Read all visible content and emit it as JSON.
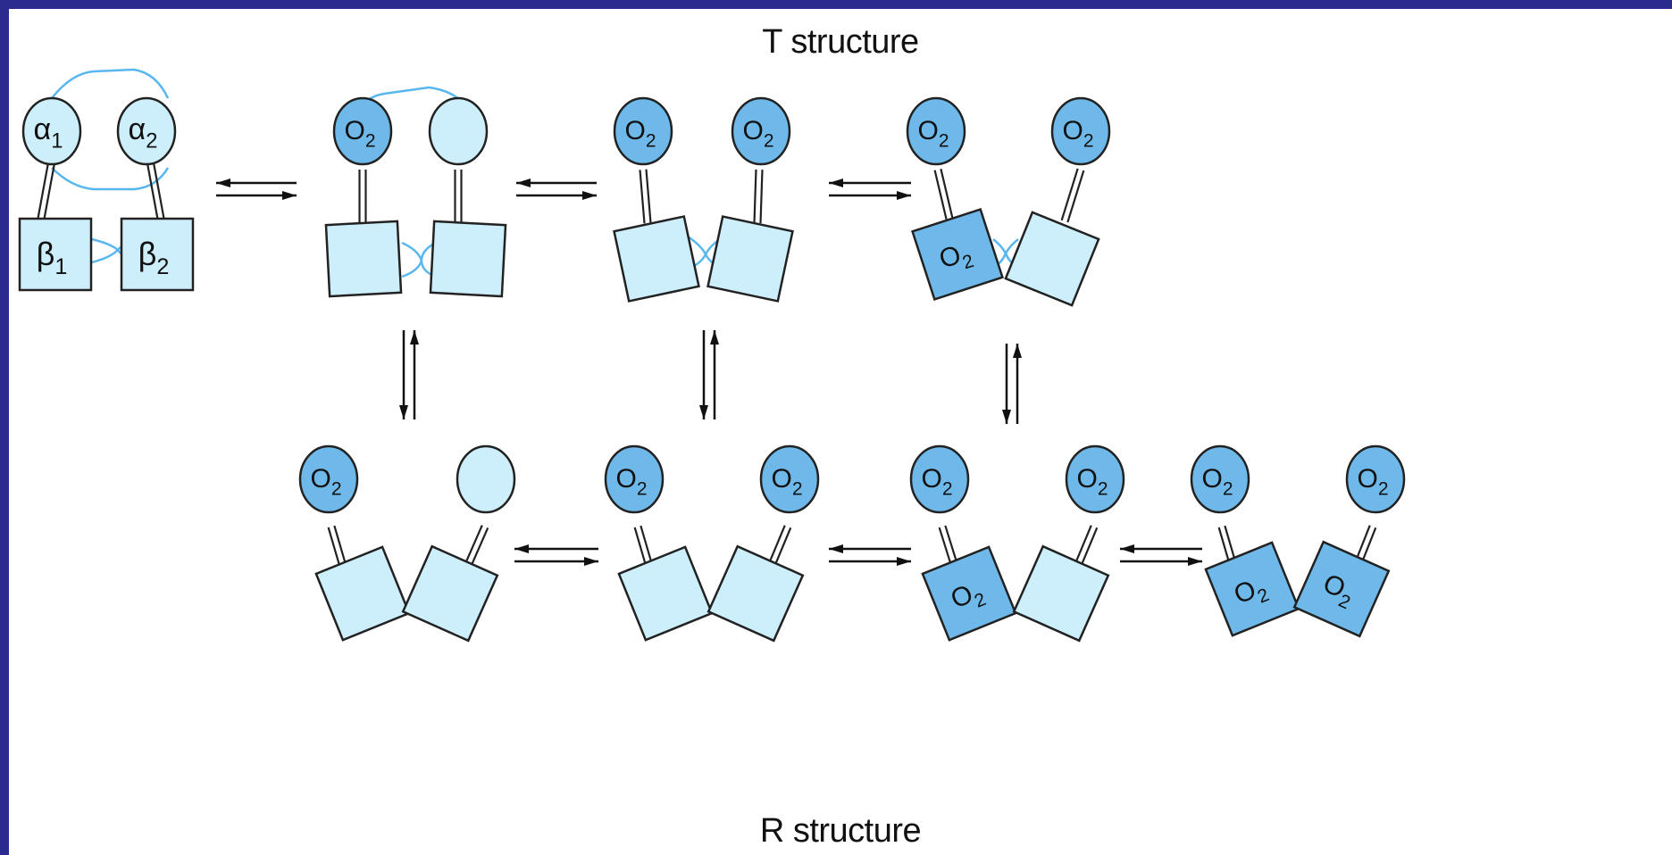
{
  "titles": {
    "t_structure": "T structure",
    "r_structure": "R structure"
  },
  "labels": {
    "alpha1": "α",
    "alpha1_sub": "1",
    "alpha2": "α",
    "alpha2_sub": "2",
    "beta1": "β",
    "beta1_sub": "1",
    "beta2": "β",
    "beta2_sub": "2",
    "oxygen": "O",
    "oxygen_sub": "2"
  },
  "colors": {
    "frame_border": "#2b2a8f",
    "subunit_light": "#cdeefb",
    "subunit_oxygenated": "#6fb9ea",
    "salt_bridge": "#58b7ee",
    "outline": "#222222"
  }
}
